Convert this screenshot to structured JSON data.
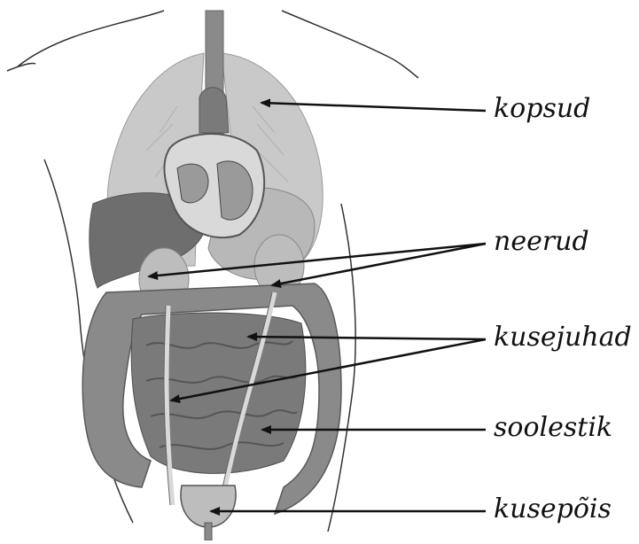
{
  "diagram": {
    "labels": {
      "lungs": "kopsud",
      "kidneys": "neerud",
      "ureters": "kusejuhad",
      "intestines": "soolestik",
      "bladder": "kusepõis"
    },
    "colors": {
      "lung": "#c9c9c9",
      "liver": "#6e6e6e",
      "heart": "#8f8f8f",
      "intestine": "#7a7a7a",
      "vessel": "#5a5a5a",
      "body_outline": "#333333",
      "arrow": "#111111"
    }
  }
}
